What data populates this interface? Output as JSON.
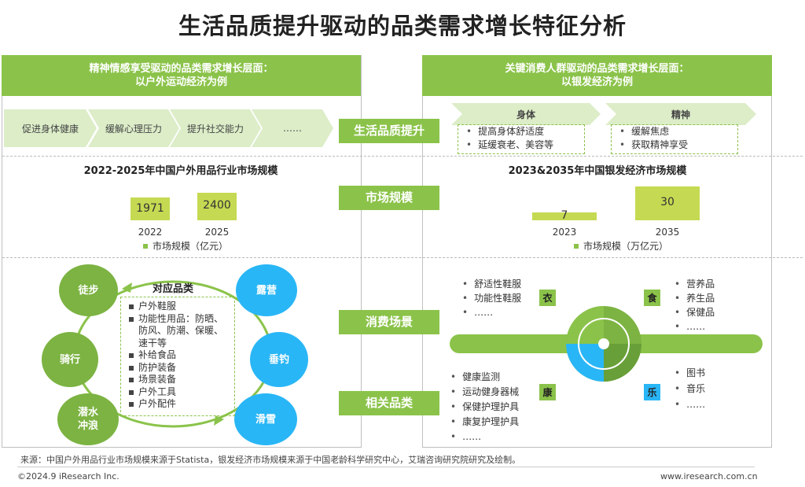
{
  "title": "生活品质提升驱动的品类需求增长特征分析",
  "left_header": [
    "精神情感享受驱动的品类需求增长层面：",
    "以户外运动经济为例"
  ],
  "right_header": [
    "关键消费人群驱动的品类需求增长层面：",
    "以银发经济为例"
  ],
  "center_labels": [
    "生活品质提升",
    "市场规模",
    "消费场景",
    "相关品类"
  ],
  "left_arrows": [
    "促进身体健康",
    "缓解心理压力",
    "提升社交能力",
    "……"
  ],
  "right_needs": {
    "body": {
      "label": "身体",
      "items": [
        "提高身体舒适度",
        "延缓衰老、美容等"
      ]
    },
    "mind": {
      "label": "精神",
      "items": [
        "缓解焦虑",
        "获取精神享受"
      ]
    }
  },
  "chart_data": [
    {
      "type": "bar",
      "title": "2022-2025年中国户外用品行业市场规模",
      "categories": [
        "2022",
        "2025"
      ],
      "series": [
        {
          "name": "市场规模（亿元）",
          "values": [
            1971,
            2400
          ]
        }
      ],
      "ylim": [
        0,
        2600
      ],
      "legend": "bottom",
      "color": "#c5da52"
    },
    {
      "type": "bar",
      "title": "2023&2035年中国银发经济市场规模",
      "categories": [
        "2023",
        "2035"
      ],
      "series": [
        {
          "name": "市场规模（万亿元）",
          "values": [
            7,
            30
          ]
        }
      ],
      "ylim": [
        0,
        32
      ],
      "legend": "bottom",
      "color": "#c5da52"
    }
  ],
  "left_scene": {
    "center_title": "对应品类",
    "green_circles": [
      "徒步",
      "骑行",
      "潜水\n冲浪"
    ],
    "blue_circles": [
      "露营",
      "垂钓",
      "滑雪"
    ],
    "categories": [
      "户外鞋服",
      "功能性用品：防晒、防风、防潮、保暖、速干等",
      "补给食品",
      "防护装备",
      "场景装备",
      "户外工具",
      "户外配件"
    ]
  },
  "right_scene": {
    "tags": {
      "clothing": "衣",
      "food": "食",
      "health": "康",
      "leisure": "乐"
    },
    "clothing_items": [
      "舒适性鞋服",
      "功能性鞋服",
      "……"
    ],
    "food_items": [
      "营养品",
      "养生品",
      "保健品",
      "……"
    ],
    "health_items": [
      "健康监测",
      "运动健身器械",
      "保健护理护具",
      "康复护理护具",
      "……"
    ],
    "leisure_items": [
      "图书",
      "音乐",
      "……"
    ]
  },
  "footer": {
    "source": "来源：中国户外用品行业市场规模来源于Statista，银发经济市场规模来源于中国老龄科学研究中心，艾瑞咨询研究院研究及绘制。",
    "copyright": "©2024.9 iResearch Inc.",
    "url": "www.iresearch.com.cn"
  },
  "colors": {
    "green": "#8bc34a",
    "dark_green": "#689f38",
    "blue": "#29b6f6",
    "bar": "#c5da52"
  }
}
